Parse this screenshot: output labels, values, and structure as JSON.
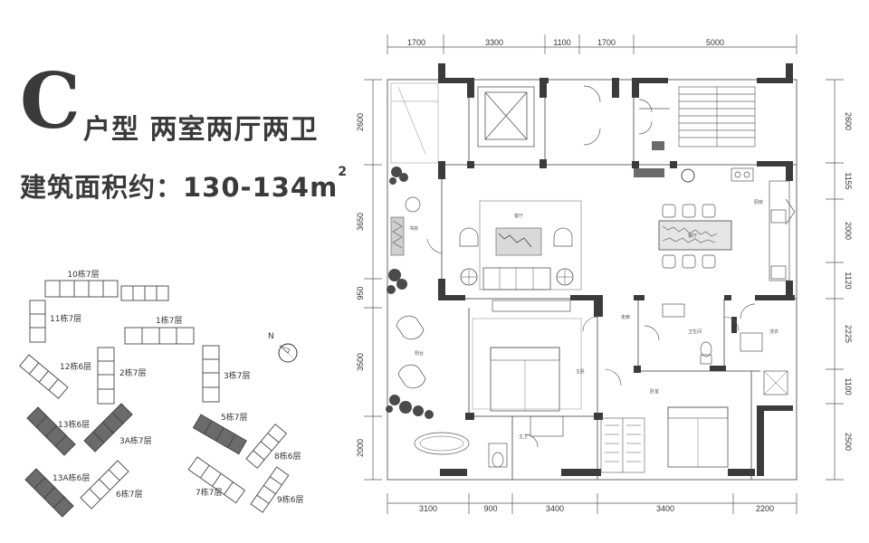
{
  "title": {
    "letter": "C",
    "type": "户型 两室两厅两卫",
    "area_label": "建筑面积约：130-134m",
    "area_sup": "2"
  },
  "dimensions": {
    "top": [
      "1700",
      "3300",
      "1100",
      "1700",
      "5000"
    ],
    "bottom": [
      "3100",
      "900",
      "3400",
      "3400",
      "2200"
    ],
    "left": [
      "2600",
      "3650",
      "950",
      "3500",
      "2000"
    ],
    "right": [
      "2600",
      "1155",
      "2000",
      "1120",
      "2225",
      "1100",
      "2500"
    ]
  },
  "site_plan": {
    "north": "N",
    "buildings": [
      {
        "label": "10栋7层"
      },
      {
        "label": "11栋7层"
      },
      {
        "label": "1栋7层"
      },
      {
        "label": "12栋6层"
      },
      {
        "label": "2栋7层"
      },
      {
        "label": "3栋7层"
      },
      {
        "label": "13栋6层"
      },
      {
        "label": "3A栋7层"
      },
      {
        "label": "5栋7层"
      },
      {
        "label": "8栋6层"
      },
      {
        "label": "13A栋6层"
      },
      {
        "label": "6栋7层"
      },
      {
        "label": "7栋7层"
      },
      {
        "label": "9栋6层"
      }
    ]
  },
  "rooms": {
    "living": "客厅",
    "dining": "餐厅",
    "kitchen": "厨房",
    "master_bedroom": "主卧",
    "bedroom": "卧室",
    "master_bath": "主卫",
    "bath": "卫生间",
    "corridor": "走廊",
    "balcony": "阳台",
    "study": "书房",
    "laundry": "洗衣"
  },
  "colors": {
    "wall": "#3b3b3b",
    "highlight_building": "#6b6b6b",
    "plant": "#4a4a4a"
  }
}
